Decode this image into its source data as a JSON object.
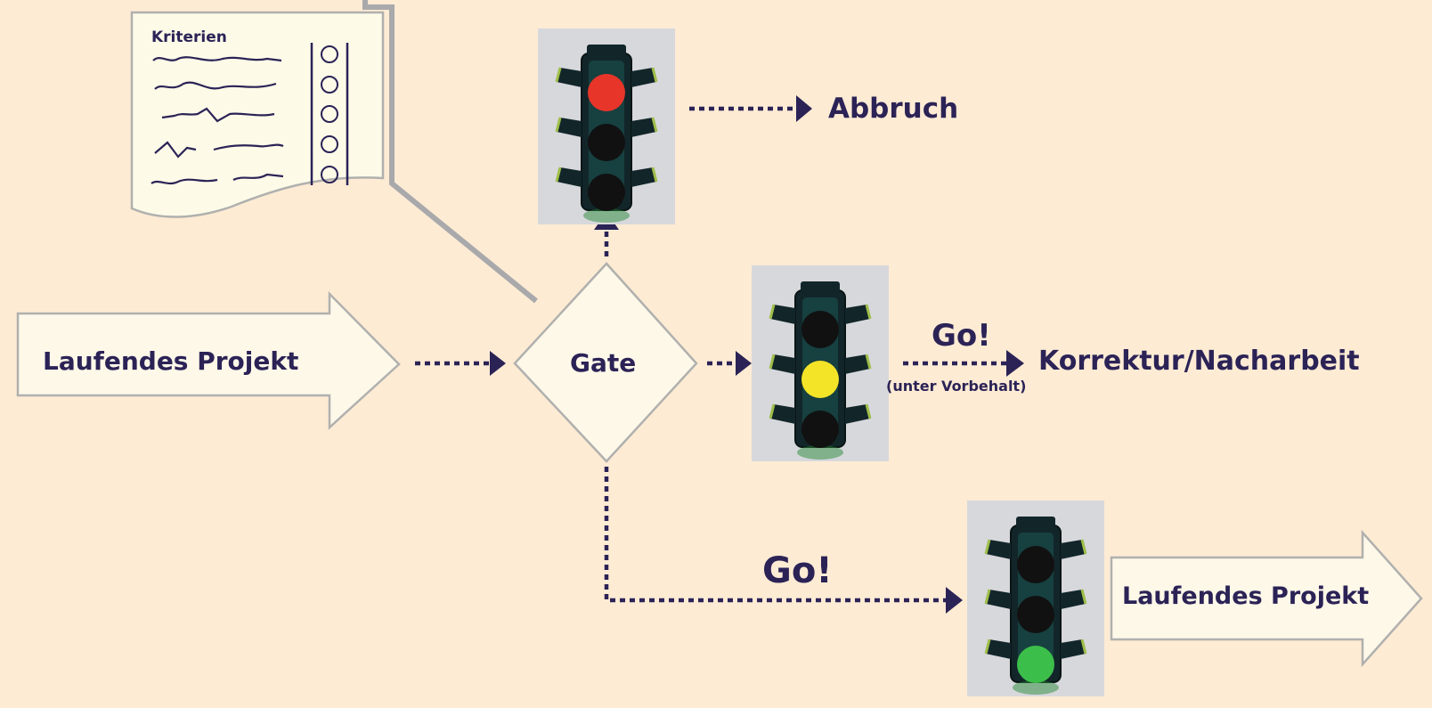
{
  "colors": {
    "background": "#fdebd4",
    "arrow_fill": "#fdf8e8",
    "ink": "#2b2356",
    "red_light": "#e8352a",
    "yellow_light": "#f3e428",
    "green_light": "#3cbf4a",
    "off_light": "#111111"
  },
  "criteria": {
    "title": "Kriterien"
  },
  "start": {
    "label": "Laufendes Projekt"
  },
  "gate": {
    "label": "Gate"
  },
  "abort": {
    "label": "Abbruch",
    "light": "red"
  },
  "rework": {
    "go": "Go!",
    "condition": "(unter Vorbehalt)",
    "label": "Korrektur/Nacharbeit",
    "light": "yellow"
  },
  "proceed": {
    "go": "Go!",
    "label": "Laufendes Projekt",
    "light": "green"
  }
}
